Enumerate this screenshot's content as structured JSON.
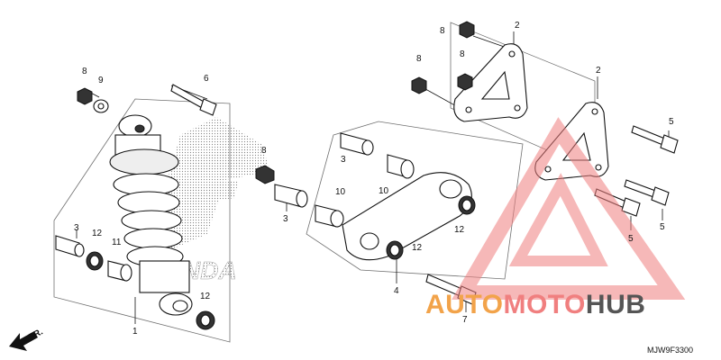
{
  "diagram": {
    "watermark_word": "HONDA",
    "direction_arrow_label": "FR.",
    "diagram_code": "MJW9F3300",
    "callouts": [
      "1",
      "2",
      "2",
      "3",
      "3",
      "3",
      "4",
      "5",
      "5",
      "5",
      "6",
      "7",
      "8",
      "8",
      "8",
      "8",
      "9",
      "10",
      "10",
      "11",
      "12",
      "12",
      "12",
      "12"
    ]
  },
  "brand_logo": {
    "part1": "AUTO",
    "part2": "MOTO",
    "part3": "HUB",
    "color_primary": "#f2a34a",
    "color_secondary": "#f07f7f",
    "color_dark": "#555555"
  }
}
